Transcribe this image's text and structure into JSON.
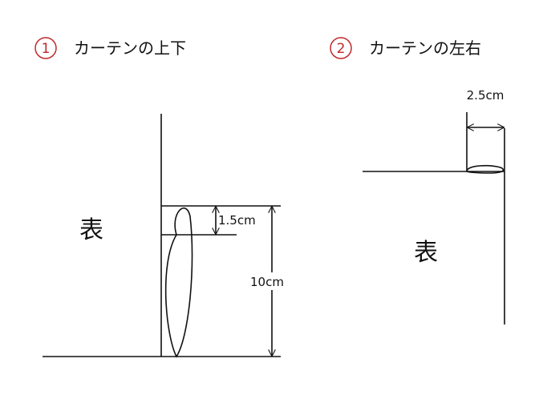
{
  "diagram": {
    "section1": {
      "number": "1",
      "title": "カーテンの上下",
      "face_label": "表",
      "small_dimension": "1.5cm",
      "large_dimension": "10cm"
    },
    "section2": {
      "number": "2",
      "title": "カーテンの左右",
      "face_label": "表",
      "dimension": "2.5cm"
    },
    "colors": {
      "accent": "#c0282d",
      "line": "#111111"
    }
  }
}
